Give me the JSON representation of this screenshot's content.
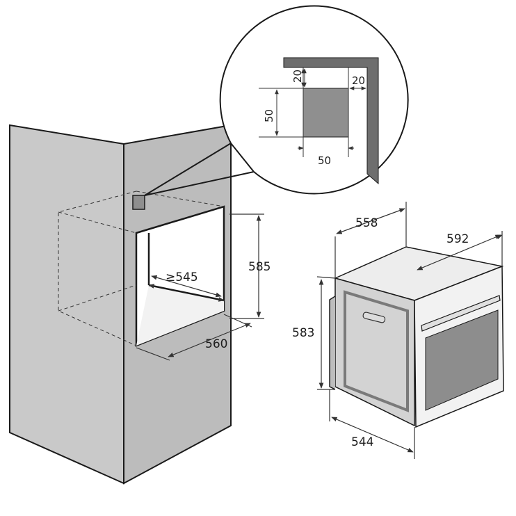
{
  "colors": {
    "cabinet_side": "#c8c8c8",
    "cabinet_front": "#b9b9b9",
    "vent": "#8f8f8f",
    "oven_body": "#d0d0d0",
    "oven_window": "#8d8d8d",
    "outline": "#1a1a1a",
    "dim_line": "#333333"
  },
  "cabinet": {
    "niche_depth": "≥545",
    "niche_height": "585",
    "niche_width": "560"
  },
  "vent_detail": {
    "top_offset": "20",
    "side_offset": "20",
    "height": "50",
    "width": "50"
  },
  "oven": {
    "depth": "558",
    "width": "592",
    "height": "583",
    "body_width": "544"
  }
}
